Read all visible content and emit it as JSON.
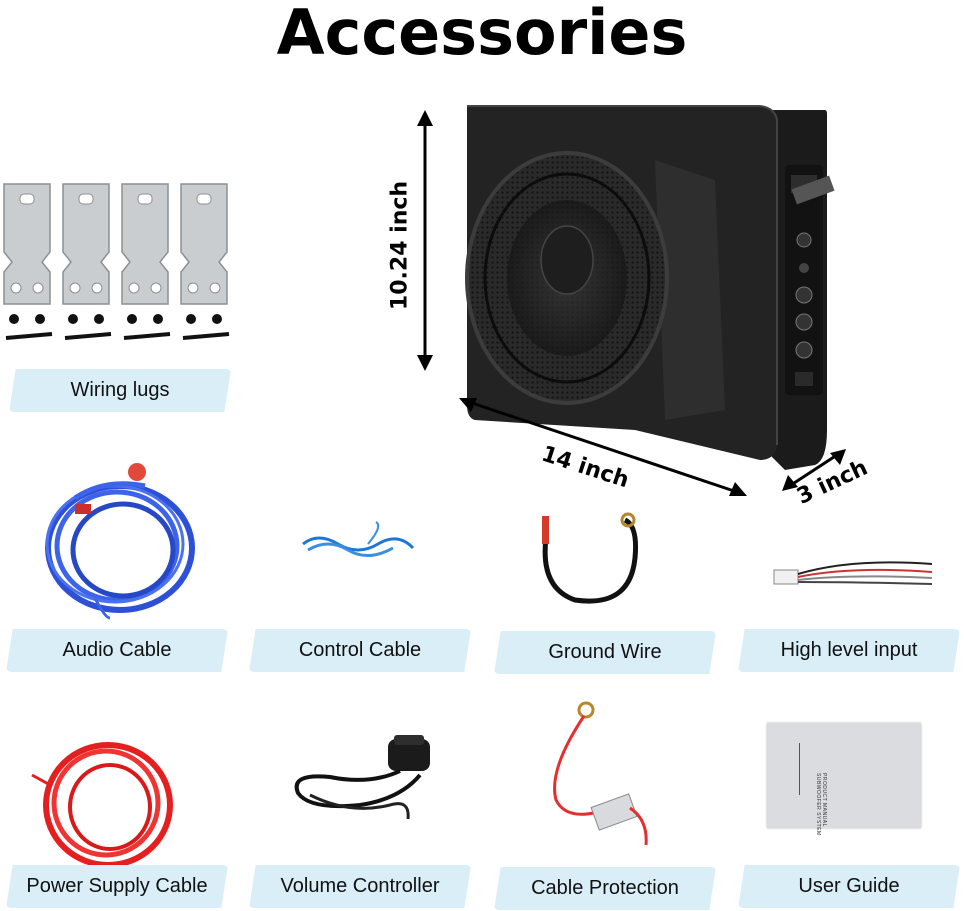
{
  "title": "Accessories",
  "dimensions": {
    "height": "10.24 inch",
    "width": "14 inch",
    "depth": "3 inch"
  },
  "items": [
    {
      "label": "Wiring lugs"
    },
    {
      "label": "Audio Cable"
    },
    {
      "label": "Control Cable"
    },
    {
      "label": "Ground Wire"
    },
    {
      "label": "High level input"
    },
    {
      "label": "Power Supply Cable"
    },
    {
      "label": "Volume Controller"
    },
    {
      "label": "Cable Protection"
    },
    {
      "label": "User Guide"
    }
  ],
  "manual": {
    "line1": "PRODUCT MANUAL",
    "line2": "SUBWOOFER SYSTEM"
  }
}
